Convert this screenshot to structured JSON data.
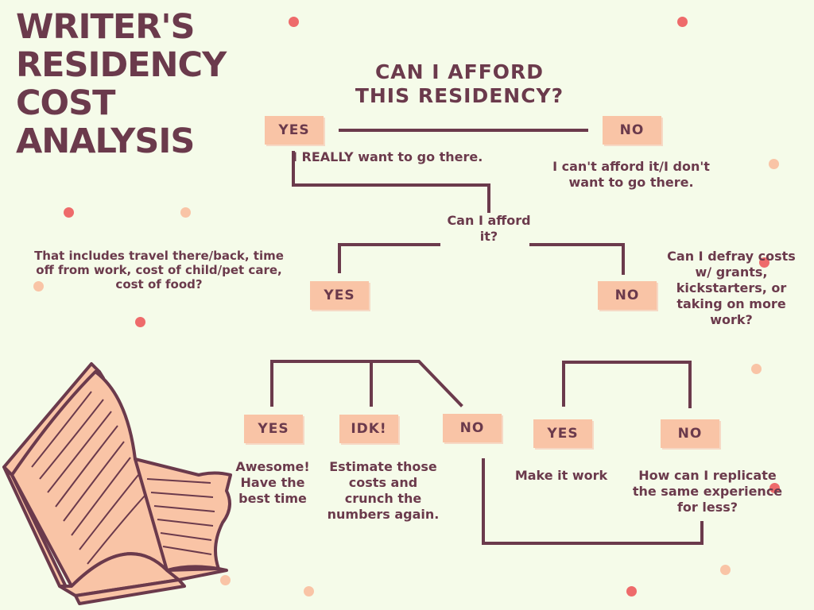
{
  "title": [
    "WRITER'S",
    "RESIDENCY",
    "COST",
    "ANALYSIS"
  ],
  "question": [
    "CAN I AFFORD",
    "THIS RESIDENCY?"
  ],
  "boxes": {
    "yes1": "YES",
    "no1": "NO",
    "yes2": "YES",
    "no2": "NO",
    "yes3": "YES",
    "idk": "IDK!",
    "no3": "NO",
    "yes4": "YES",
    "no4": "NO"
  },
  "texts": {
    "really_want": "I REALLY want to go there.",
    "cant_afford": [
      "I can't afford it/I don't",
      "want to go there."
    ],
    "can_afford": [
      "Can I afford",
      "it?"
    ],
    "includes": [
      "That includes travel there/back, time",
      "off from work, cost of child/pet care,",
      "cost of food?"
    ],
    "defray": [
      "Can I defray costs",
      "w/ grants,",
      "kickstarters,  or",
      "taking on more",
      "work?"
    ],
    "awesome": [
      "Awesome!",
      "Have the",
      "best time"
    ],
    "estimate": [
      "Estimate those",
      "costs and",
      "crunch the",
      "numbers again."
    ],
    "make_it_work": "Make it work",
    "replicate": [
      "How can I replicate",
      "the same experience",
      "for less?"
    ]
  },
  "colors": {
    "background": "#f5fbe9",
    "text": "#6b3a4c",
    "box": "#f9c4a6",
    "dot_red": "#ee6b6b",
    "dot_peach": "#f9c4a6"
  },
  "decor": {
    "book": "open-book-illustration"
  }
}
